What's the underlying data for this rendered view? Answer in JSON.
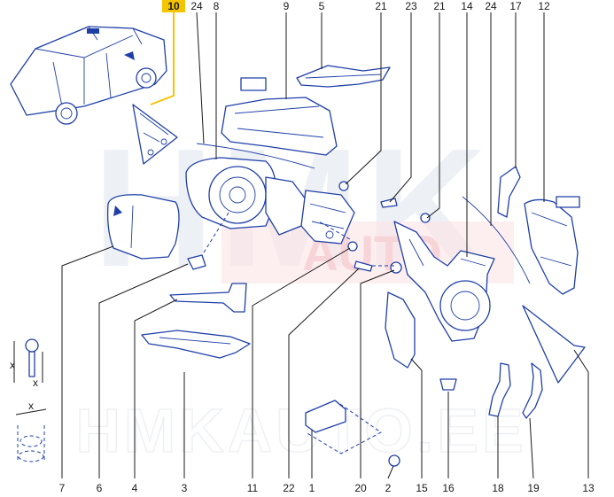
{
  "diagram": {
    "highlight_ref": "10",
    "callouts_top": [
      "24",
      "8",
      "9",
      "5",
      "21",
      "23",
      "21",
      "14",
      "24",
      "17",
      "12"
    ],
    "callouts_bottom": [
      "7",
      "6",
      "4",
      "3",
      "11",
      "22",
      "1",
      "20",
      "2",
      "15",
      "16",
      "18",
      "19",
      "13"
    ],
    "watermark_big": "HMK",
    "watermark_small": "AUTO",
    "watermark_footer": "HMKAUTO.EE",
    "dimension_label": "x",
    "colors": {
      "highlight": "#f5c400",
      "line": "#1f3fa8",
      "text": "#1a1a1a",
      "watermark": "#e8ecf3"
    }
  }
}
